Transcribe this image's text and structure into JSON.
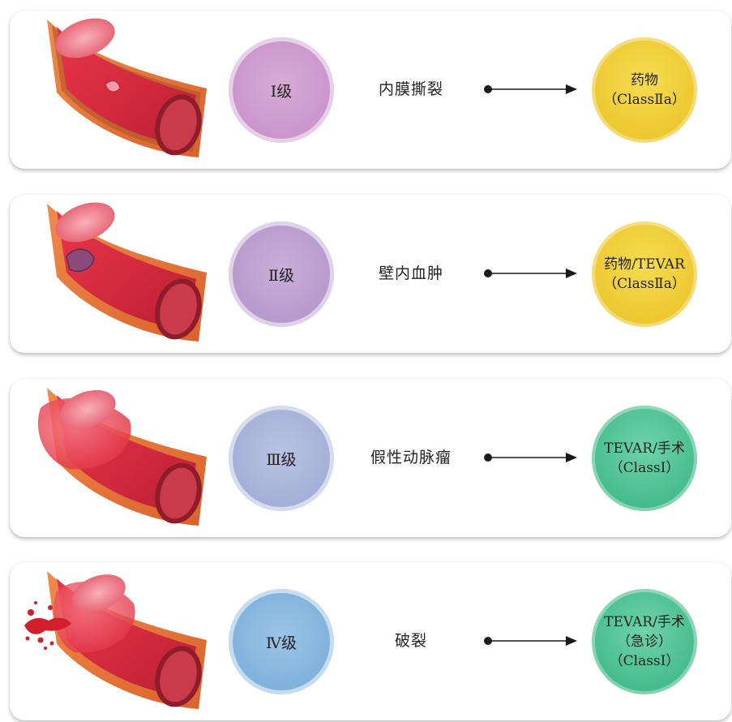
{
  "rows": [
    {
      "grade": "Ⅰ级",
      "term": "内膜撕裂",
      "treatment": [
        "药物",
        "（ClassⅡa）"
      ],
      "grade_color": "#c48ac6",
      "treatment_color": "#ecc52c",
      "lesion": "intimal-tear"
    },
    {
      "grade": "Ⅱ级",
      "term": "壁内血肿",
      "treatment": [
        "药物/TEVAR",
        "（ClassⅡa）"
      ],
      "grade_color": "#ae8fc9",
      "treatment_color": "#ecc52c",
      "lesion": "intramural-hematoma"
    },
    {
      "grade": "Ⅲ级",
      "term": "假性动脉瘤",
      "treatment": [
        "TEVAR/手术",
        "（ClassⅠ）"
      ],
      "grade_color": "#9aa6d3",
      "treatment_color": "#3db887",
      "lesion": "pseudoaneurysm"
    },
    {
      "grade": "Ⅳ级",
      "term": "破裂",
      "treatment": [
        "TEVAR/手术",
        "（急诊）",
        "（ClassⅠ）"
      ],
      "grade_color": "#72a9d8",
      "treatment_color": "#3db887",
      "lesion": "rupture"
    }
  ]
}
